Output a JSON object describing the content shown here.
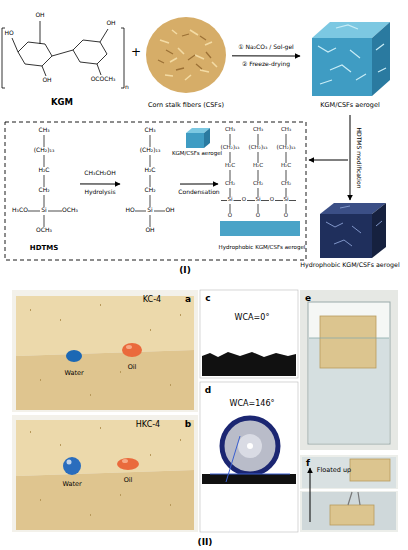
{
  "diagram": {
    "nodes": [
      {
        "text": [
          "OH",
          "HO",
          "OH",
          "OCOCH₃",
          "OH",
          "n",
          "KGM"
        ]
      },
      {
        "text": [
          "Corn stalk fibers (CSFs)"
        ]
      },
      {
        "text": [
          "KGM/CSFs aerogel"
        ]
      },
      {
        "text": [
          "Hydrophobic KGM/CSFs aerogel"
        ]
      },
      {
        "text": [
          "CH₃",
          "(CH₂)₁₃",
          "H₂C",
          "CH₂",
          "H₃CO",
          "Si",
          "OCH₃",
          "OCH₃",
          "HDTMS"
        ]
      },
      {
        "text": [
          "CH₃",
          "(CH₂)₁₃",
          "H₂C",
          "CH₂",
          "HO",
          "Si",
          "OH",
          "OH"
        ]
      },
      {
        "text": [
          "KGM/CSFs aerogel"
        ]
      },
      {
        "text": [
          "CH₃",
          "CH₃",
          "CH₃",
          "(CH₂)₁₃",
          "(CH₂)₁₃",
          "(CH₂)₁₃",
          "H₂C",
          "H₂C",
          "H₂C",
          "CH₂",
          "CH₂",
          "CH₂",
          "Si",
          "O",
          "Si",
          "O",
          "Si",
          "O",
          "O",
          "O",
          "Hydrophobic KGM/CSFs aerogel"
        ]
      },
      {
        "text": [
          "KC-4",
          "a",
          "Water",
          "Oil"
        ]
      },
      {
        "text": [
          "HKC-4",
          "b",
          "Water",
          "Oil"
        ]
      },
      {
        "text": [
          "c",
          "WCA=0°"
        ]
      },
      {
        "text": [
          "d",
          "WCA=146°"
        ]
      },
      {
        "text": [
          "e"
        ]
      },
      {
        "text": [
          "f",
          "Floated up"
        ]
      }
    ],
    "edges": [
      {
        "from": 1,
        "to": 2,
        "arrow": "to",
        "label": "① Na₂CO₃ / Sol-gel"
      },
      {
        "from": 2,
        "to": 3,
        "arrow": "to",
        "label": "HDTMS modification"
      },
      {
        "from": 4,
        "to": 5,
        "arrow": "to",
        "label": "Hydrolysis"
      },
      {
        "from": 5,
        "to": 7,
        "arrow": "to",
        "label": "Condensation"
      }
    ],
    "labels": [
      "+",
      "② Freeze-drying",
      "CH₃CH₂OH",
      "(I)",
      "(II)"
    ]
  }
}
